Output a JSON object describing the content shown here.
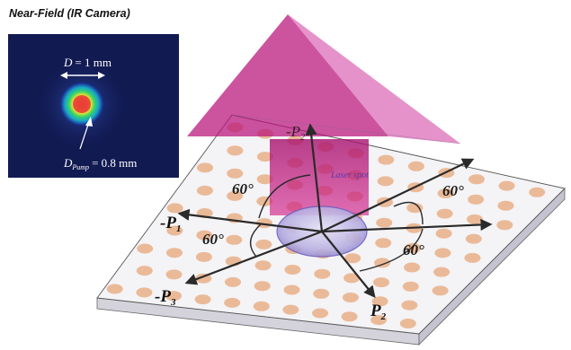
{
  "inset": {
    "title": "Near-Field (IR Camera)",
    "d_var": "D",
    "d_value": "= 1 mm",
    "dpump_var": "D",
    "dpump_sub": "Pump",
    "dpump_value": "= 0.8 mm"
  },
  "diagram": {
    "laser_spot_label": "Laser spot",
    "angle_top_left": "60°",
    "angle_top_right": "60°",
    "angle_bottom_left": "60°",
    "angle_bottom_right": "60°",
    "vectors": {
      "neg_p1": {
        "sign": "-",
        "name": "P",
        "sub": "1"
      },
      "neg_p2": {
        "sign": "-",
        "name": "P",
        "sub": "2"
      },
      "neg_p3": {
        "sign": "-",
        "name": "P",
        "sub": "3"
      },
      "p2": {
        "sign": "",
        "name": "P",
        "sub": "2"
      }
    }
  },
  "colors": {
    "slab_top": "#f4f3f6",
    "slab_side": "#dcdbe4",
    "hole": "#e9b48e",
    "beam": "#c0157a",
    "arrow": "#2a2a2a",
    "inset_bg": "#121a52"
  }
}
